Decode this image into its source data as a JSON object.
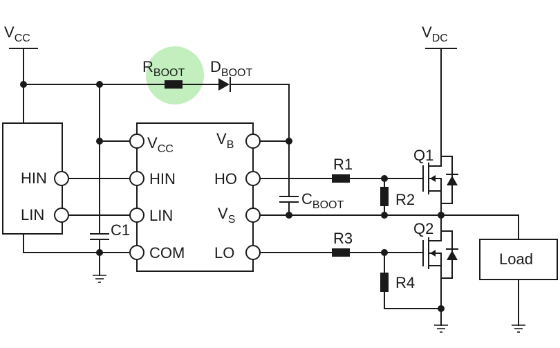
{
  "labels": {
    "vcc_supply": {
      "main": "V",
      "sub": "CC"
    },
    "vdc_supply": {
      "main": "V",
      "sub": "DC"
    },
    "r_boot": {
      "main": "R",
      "sub": "BOOT"
    },
    "d_boot": {
      "main": "D",
      "sub": "BOOT"
    },
    "c_boot": {
      "main": "C",
      "sub": "BOOT"
    },
    "c1": "C1",
    "r1": "R1",
    "r2": "R2",
    "r3": "R3",
    "r4": "R4",
    "q1": "Q1",
    "q2": "Q2",
    "load": "Load"
  },
  "controller": {
    "pins": {
      "hin": "HIN",
      "lin": "LIN"
    }
  },
  "driver_ic": {
    "left_pins": {
      "vcc": {
        "main": "V",
        "sub": "CC"
      },
      "hin": "HIN",
      "lin": "LIN",
      "com": "COM"
    },
    "right_pins": {
      "vb": {
        "main": "V",
        "sub": "B"
      },
      "ho": "HO",
      "vs": {
        "main": "V",
        "sub": "S"
      },
      "lo": "LO"
    }
  },
  "colors": {
    "wire": "#1a1a1a",
    "highlight": "#b9ecb4",
    "background": "#ffffff"
  }
}
